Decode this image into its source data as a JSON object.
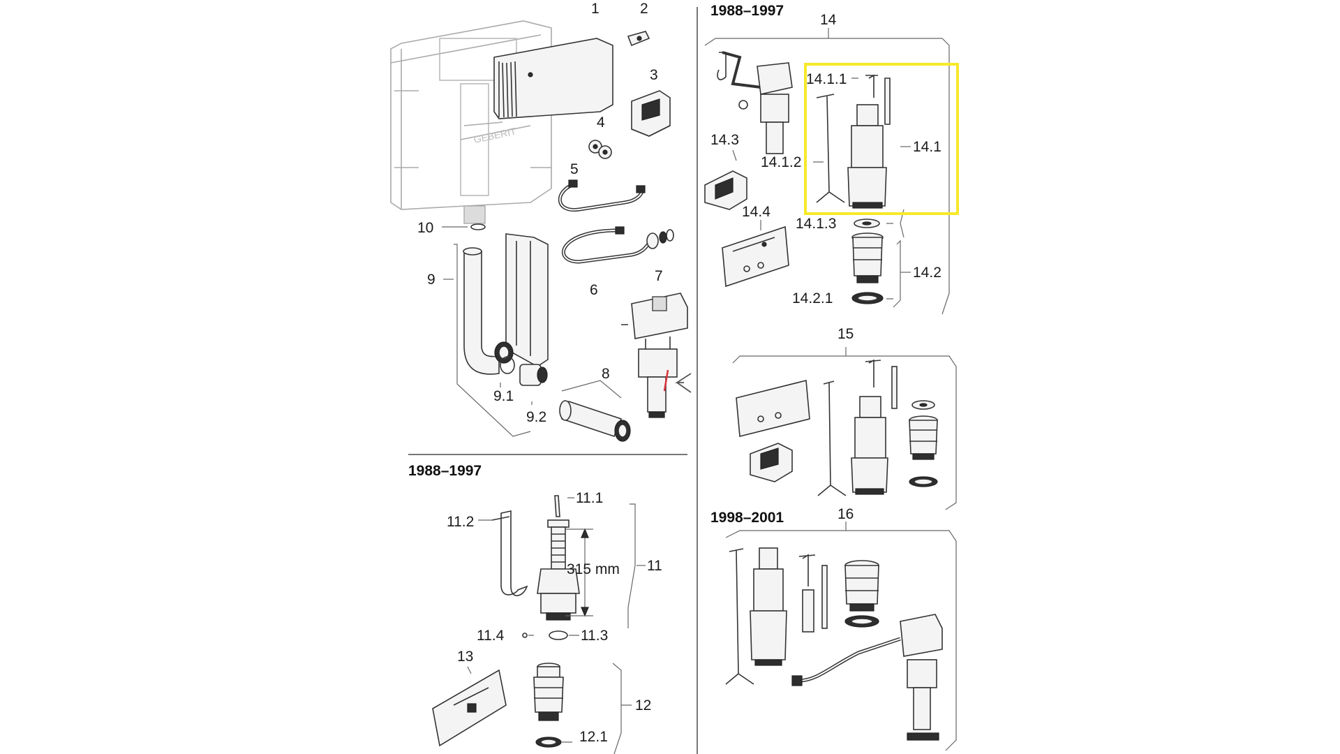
{
  "headers": {
    "top_right": "1988–1997",
    "bottom_left": "1988–1997",
    "bottom_right": "1998–2001"
  },
  "labels": {
    "l1": "1",
    "l2": "2",
    "l3": "3",
    "l4": "4",
    "l5": "5",
    "l6": "6",
    "l7": "7",
    "l8": "8",
    "l9": "9",
    "l9_1": "9.1",
    "l9_2": "9.2",
    "l10": "10",
    "l11": "11",
    "l11_1": "11.1",
    "l11_2": "11.2",
    "l11_3": "11.3",
    "l11_4": "11.4",
    "l12": "12",
    "l12_1": "12.1",
    "l13": "13",
    "l14": "14",
    "l14_1": "14.1",
    "l14_1_1": "14.1.1",
    "l14_1_2": "14.1.2",
    "l14_1_3": "14.1.3",
    "l14_2": "14.2",
    "l14_2_1": "14.2.1",
    "l14_3": "14.3",
    "l14_4": "14.4",
    "l15": "15",
    "l16": "16",
    "dimension": "315 mm"
  },
  "highlight_color": "#f7e92a"
}
